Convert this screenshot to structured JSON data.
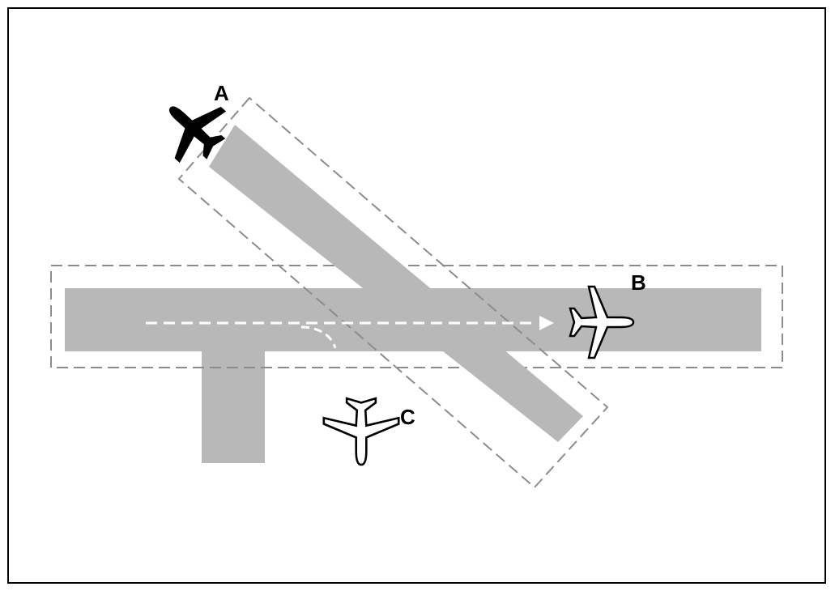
{
  "colors": {
    "background": "#ffffff",
    "frame": "#000000",
    "runway": "#b8b8b8",
    "safety_area_outline": "#8c8c8c",
    "taxi_path": "#ffffff",
    "aircraft_dark": "#000000",
    "aircraft_light_fill": "#ffffff",
    "aircraft_light_outline": "#000000"
  },
  "aircraft": [
    {
      "label": "A",
      "style": "dark",
      "icon": "airplane-icon"
    },
    {
      "label": "B",
      "style": "light",
      "icon": "airplane-icon"
    },
    {
      "label": "C",
      "style": "light",
      "icon": "airplane-icon"
    }
  ]
}
